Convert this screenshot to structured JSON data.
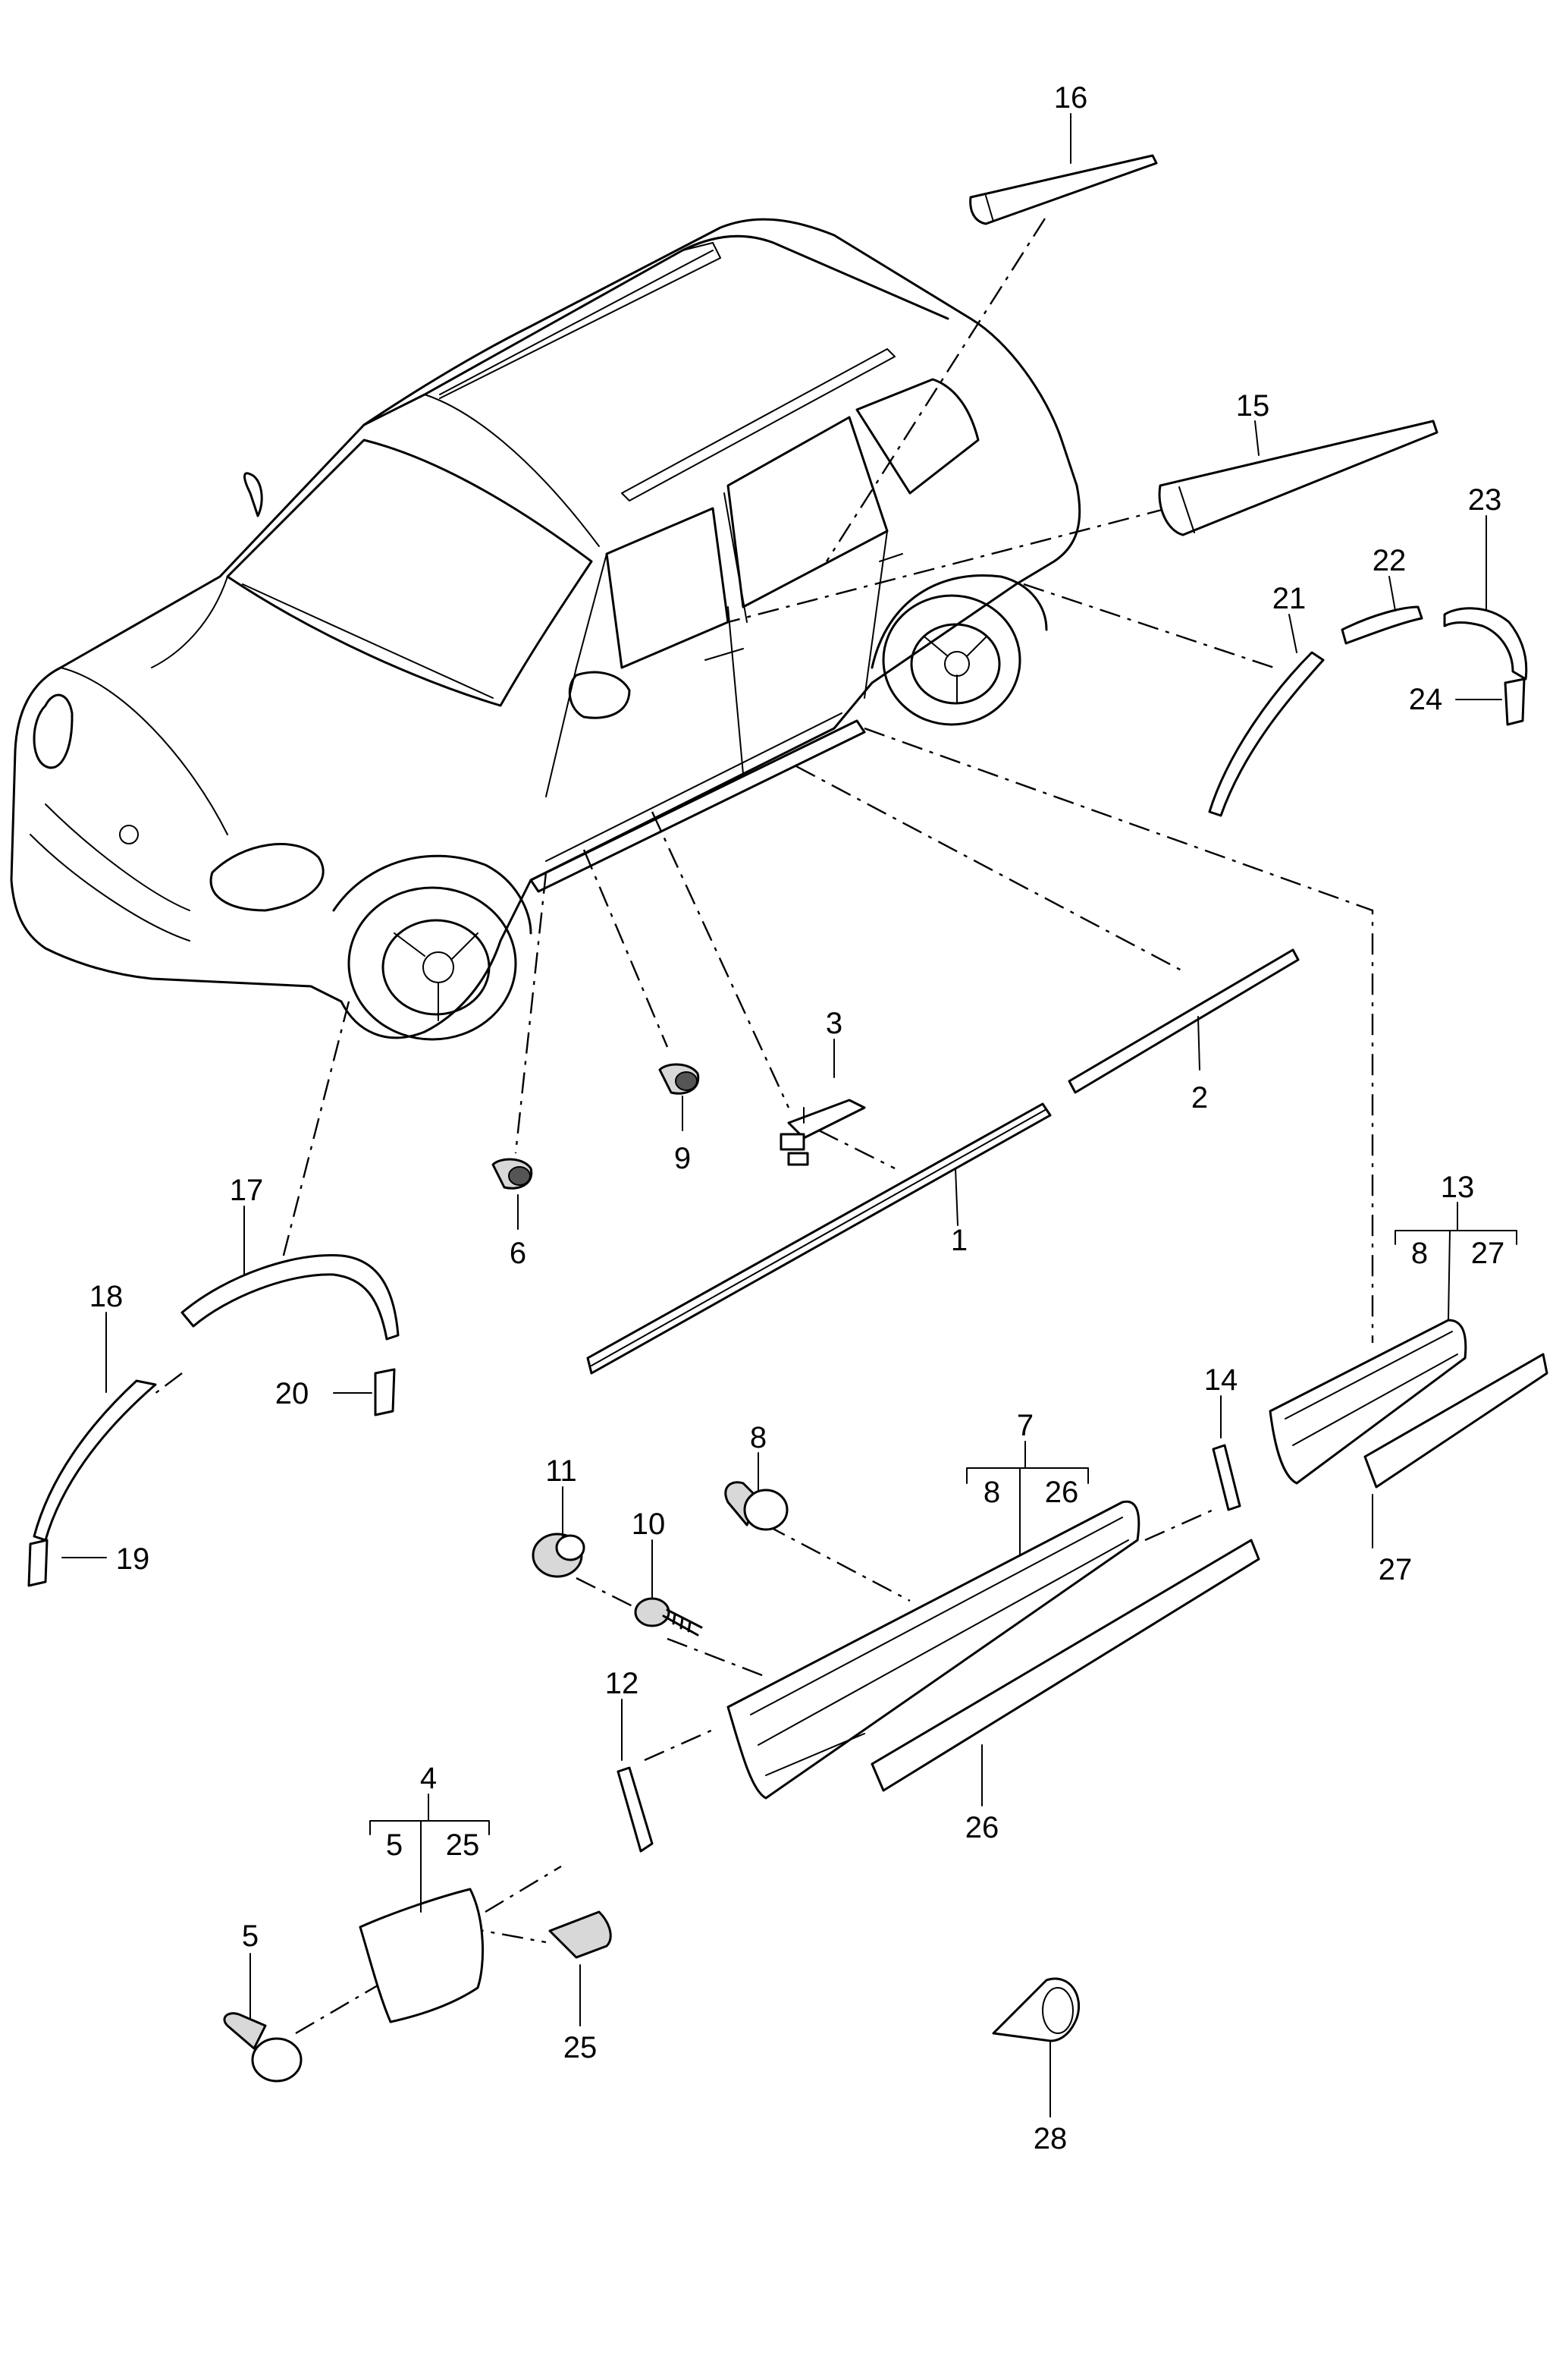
{
  "callouts": [
    {
      "id": "p1",
      "text": "1"
    },
    {
      "id": "p2",
      "text": "2"
    },
    {
      "id": "p3",
      "text": "3"
    },
    {
      "id": "p4",
      "text": "4"
    },
    {
      "id": "p4a",
      "text": "5"
    },
    {
      "id": "p4b",
      "text": "25"
    },
    {
      "id": "p5",
      "text": "5"
    },
    {
      "id": "p6",
      "text": "6"
    },
    {
      "id": "p7",
      "text": "7"
    },
    {
      "id": "p7a",
      "text": "8"
    },
    {
      "id": "p7b",
      "text": "26"
    },
    {
      "id": "p8",
      "text": "8"
    },
    {
      "id": "p9",
      "text": "9"
    },
    {
      "id": "p10",
      "text": "10"
    },
    {
      "id": "p11",
      "text": "11"
    },
    {
      "id": "p12",
      "text": "12"
    },
    {
      "id": "p13",
      "text": "13"
    },
    {
      "id": "p13a",
      "text": "8"
    },
    {
      "id": "p13b",
      "text": "27"
    },
    {
      "id": "p14",
      "text": "14"
    },
    {
      "id": "p15",
      "text": "15"
    },
    {
      "id": "p16",
      "text": "16"
    },
    {
      "id": "p17",
      "text": "17"
    },
    {
      "id": "p18",
      "text": "18"
    },
    {
      "id": "p19",
      "text": "19"
    },
    {
      "id": "p20",
      "text": "20"
    },
    {
      "id": "p21",
      "text": "21"
    },
    {
      "id": "p22",
      "text": "22"
    },
    {
      "id": "p23",
      "text": "23"
    },
    {
      "id": "p24",
      "text": "24"
    },
    {
      "id": "p25",
      "text": "25"
    },
    {
      "id": "p26",
      "text": "26"
    },
    {
      "id": "p27",
      "text": "27"
    },
    {
      "id": "p28",
      "text": "28"
    }
  ]
}
